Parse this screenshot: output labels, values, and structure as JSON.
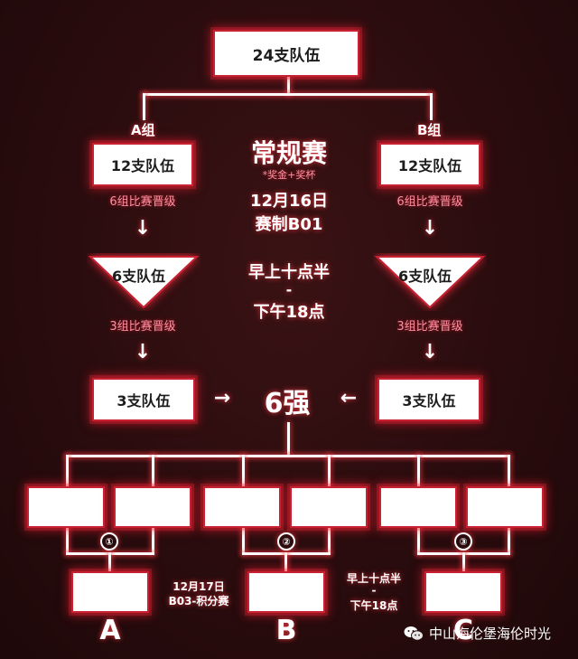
{
  "top_box": "24支队伍",
  "group_a": {
    "label": "A组",
    "box1": "12支队伍",
    "advance1": "6组比赛晋级",
    "arrow": "↓",
    "triangle": "6支队伍",
    "advance2": "3组比赛晋级",
    "arrow2": "↓",
    "box3": "3支队伍"
  },
  "group_b": {
    "label": "B组",
    "box1": "12支队伍",
    "advance1": "6组比赛晋级",
    "arrow": "↓",
    "triangle": "6支队伍",
    "advance2": "3组比赛晋级",
    "arrow2": "↓",
    "box3": "3支队伍"
  },
  "center": {
    "title": "常规赛",
    "subtitle": "*奖金+奖杯",
    "date": "12月16日",
    "format": "赛制B01",
    "time_start": "早上十点半",
    "dash": "-",
    "time_end": "下午18点",
    "arrow_right": "→",
    "arrow_left": "←",
    "top6": "6强"
  },
  "circles": [
    "①",
    "②",
    "③"
  ],
  "finals": [
    "A",
    "B",
    "C"
  ],
  "note_left": {
    "line1": "12月17日",
    "line2": "B03-积分赛"
  },
  "note_right": {
    "line1": "早上十点半",
    "line2": "-",
    "line3": "下午18点"
  },
  "watermark": "中山海伦堡海伦时光",
  "colors": {
    "accent": "#c82232",
    "pink": "#ff8fa0",
    "background": "#2a0c0e"
  }
}
